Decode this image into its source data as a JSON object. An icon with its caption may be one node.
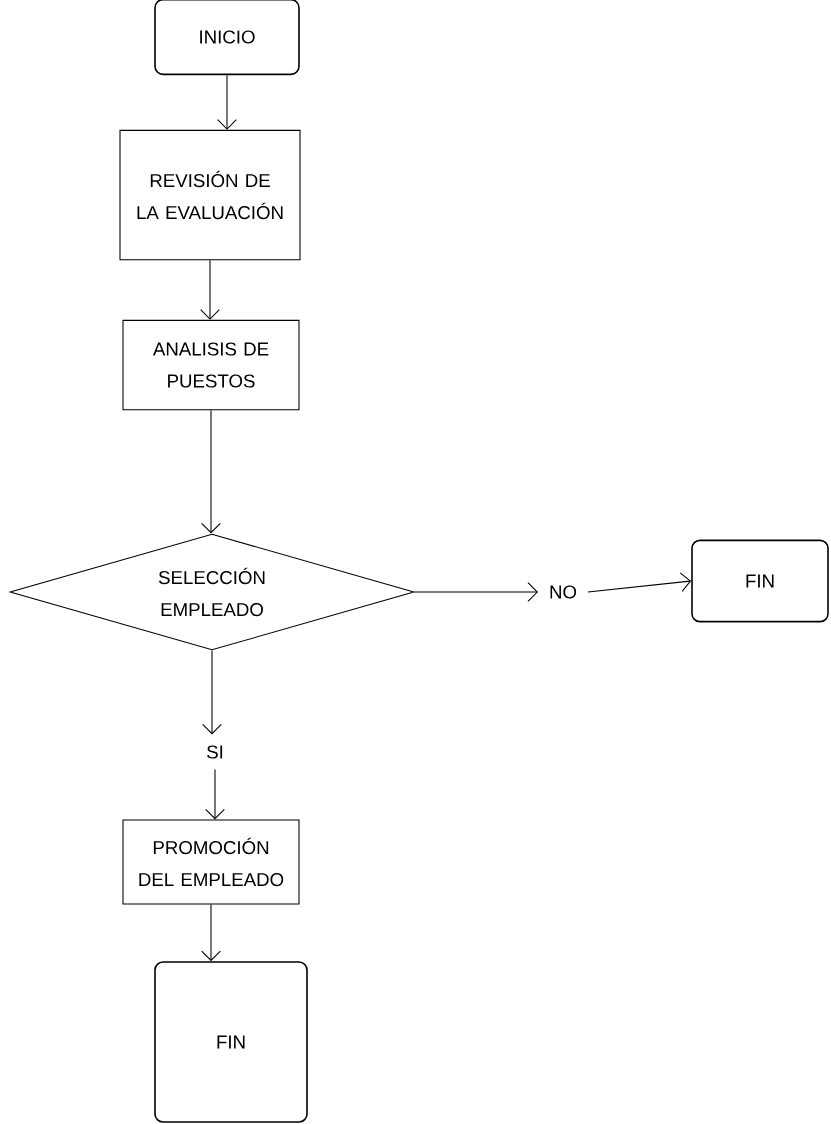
{
  "diagram": {
    "nodes": [
      {
        "text": [
          "INICIO"
        ]
      },
      {
        "text": [
          "REVISIÓN DE LA EVALUACIÓN"
        ]
      },
      {
        "text": [
          "ANALISIS DE PUESTOS"
        ]
      },
      {
        "text": [
          "SELECCIÓN EMPLEADO"
        ]
      },
      {
        "text": [
          "NO"
        ]
      },
      {
        "text": [
          "FIN"
        ]
      },
      {
        "text": [
          "SI"
        ]
      },
      {
        "text": [
          "PROMOCIÓN DEL EMPLEADO"
        ]
      },
      {
        "text": [
          "FIN"
        ]
      }
    ],
    "edges": [
      {
        "from": 0,
        "to": 1,
        "arrow": "to"
      },
      {
        "from": 1,
        "to": 2,
        "arrow": "to"
      },
      {
        "from": 2,
        "to": 3,
        "arrow": "to"
      },
      {
        "from": 3,
        "to": 4,
        "arrow": "to"
      },
      {
        "from": 4,
        "to": 5,
        "arrow": "to"
      },
      {
        "from": 3,
        "to": 6,
        "arrow": "to"
      },
      {
        "from": 6,
        "to": 7,
        "arrow": "to"
      },
      {
        "from": 7,
        "to": 8,
        "arrow": "to"
      }
    ]
  }
}
